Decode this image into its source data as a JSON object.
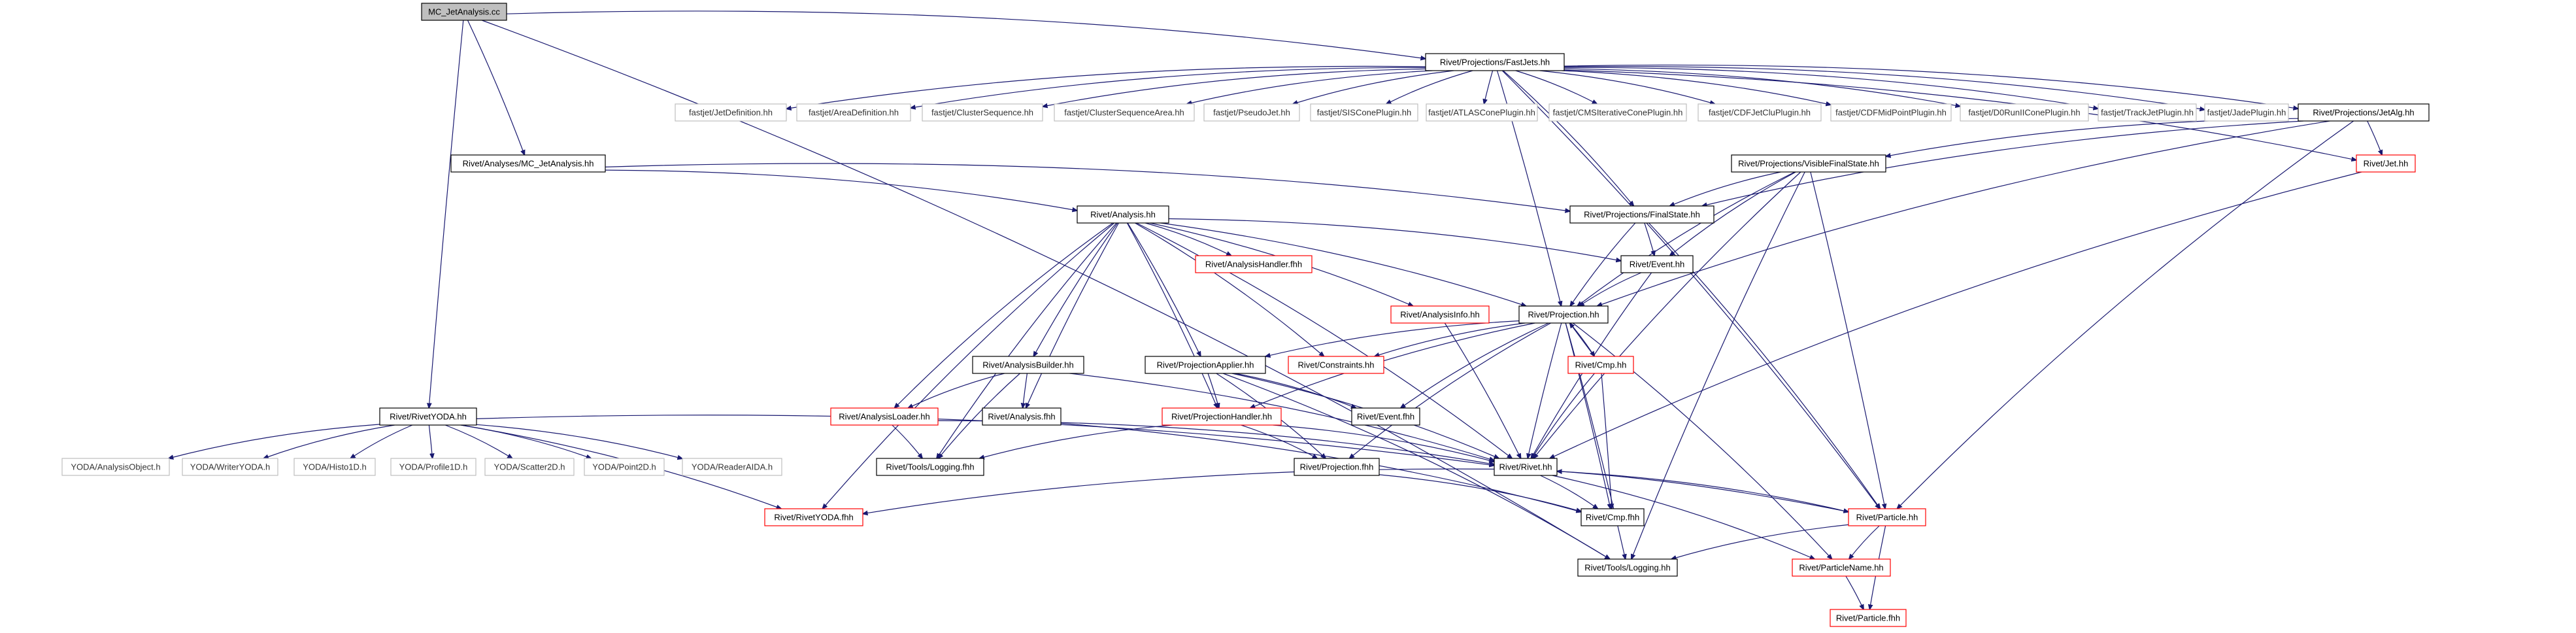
{
  "colors": {
    "edge": "#191970",
    "box_border_black": "#000000",
    "box_border_red": "#ff0000",
    "box_border_gray": "#bfbfbf",
    "root_fill": "#bfbfbf",
    "text": "#000000",
    "external_text": "#333333"
  },
  "nodes": {
    "mc_jetanalysis_cc": "MC_JetAnalysis.cc",
    "fastjets_hh": "Rivet/Projections/FastJets.hh",
    "mc_jetanalysis_hh": "Rivet/Analyses/MC_JetAnalysis.hh",
    "rivetyoda_hh": "Rivet/RivetYODA.hh",
    "jetdefinition_hh": "fastjet/JetDefinition.hh",
    "areadefinition_hh": "fastjet/AreaDefinition.hh",
    "clustersequence_hh": "fastjet/ClusterSequence.hh",
    "clustersequencearea_hh": "fastjet/ClusterSequenceArea.hh",
    "pseudojet_hh": "fastjet/PseudoJet.hh",
    "siscone_hh": "fastjet/SISConePlugin.hh",
    "atlascone_hh": "fastjet/ATLASConePlugin.hh",
    "cmsiterative_hh": "fastjet/CMSIterativeConePlugin.hh",
    "cdfjetclu_hh": "fastjet/CDFJetCluPlugin.hh",
    "cdfmidpoint_hh": "fastjet/CDFMidPointPlugin.hh",
    "d0runii_hh": "fastjet/D0RunIIConePlugin.hh",
    "trackjet_hh": "fastjet/TrackJetPlugin.hh",
    "jadeplugin_hh": "fastjet/JadePlugin.hh",
    "jetalg_hh": "Rivet/Projections/JetAlg.hh",
    "visiblefinalstate_hh": "Rivet/Projections/VisibleFinalState.hh",
    "jet_hh": "Rivet/Jet.hh",
    "analysis_hh": "Rivet/Analysis.hh",
    "finalstate_hh": "Rivet/Projections/FinalState.hh",
    "analysishandler_fhh": "Rivet/AnalysisHandler.fhh",
    "event_hh": "Rivet/Event.hh",
    "analysisinfo_hh": "Rivet/AnalysisInfo.hh",
    "projection_hh": "Rivet/Projection.hh",
    "analysisbuilder_hh": "Rivet/AnalysisBuilder.hh",
    "projectionapplier_hh": "Rivet/ProjectionApplier.hh",
    "constraints_hh": "Rivet/Constraints.hh",
    "cmp_hh": "Rivet/Cmp.hh",
    "analysisloader_hh": "Rivet/AnalysisLoader.hh",
    "analysis_fhh": "Rivet/Analysis.fhh",
    "projectionhandler_hh": "Rivet/ProjectionHandler.hh",
    "event_fhh": "Rivet/Event.fhh",
    "tools_logging_fhh": "Rivet/Tools/Logging.fhh",
    "projection_fhh": "Rivet/Projection.fhh",
    "rivet_hh": "Rivet/Rivet.hh",
    "cmp_fhh": "Rivet/Cmp.fhh",
    "particle_hh": "Rivet/Particle.hh",
    "rivetyoda_fhh": "Rivet/RivetYODA.fhh",
    "tools_logging_hh": "Rivet/Tools/Logging.hh",
    "particlename_hh": "Rivet/ParticleName.hh",
    "particle_fhh": "Rivet/Particle.fhh",
    "yoda_analysisobject_h": "YODA/AnalysisObject.h",
    "yoda_writeryoda_h": "YODA/WriterYODA.h",
    "yoda_histo1d_h": "YODA/Histo1D.h",
    "yoda_profile1d_h": "YODA/Profile1D.h",
    "yoda_scatter2d_h": "YODA/Scatter2D.h",
    "yoda_point2d_h": "YODA/Point2D.h",
    "yoda_readeraida_h": "YODA/ReaderAIDA.h"
  }
}
